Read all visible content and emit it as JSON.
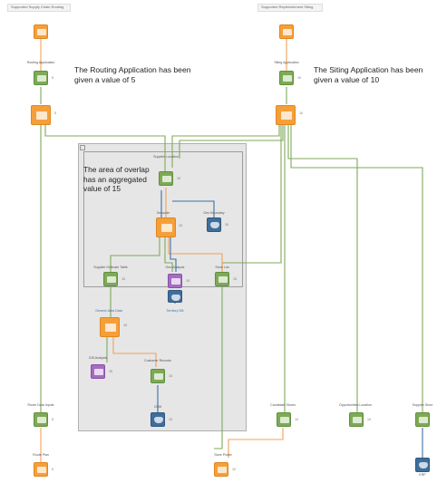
{
  "header_left": "Supported Supply Chain Routing",
  "header_right": "Supported Replenishment Siting",
  "annotations": {
    "routing": "The Routing Application has been given a value of 5",
    "siting": "The Siting Application has been given a value of 10",
    "overlap": "The area of overlap has an aggregated value of 15"
  },
  "nodes": {
    "routing_top": {
      "number": ""
    },
    "routing_application": {
      "label": "Routing Application",
      "number": "5"
    },
    "routing_decision": {
      "number": "5"
    },
    "siting_top": {
      "number": ""
    },
    "siting_application": {
      "label": "Siting Application",
      "number": "10"
    },
    "siting_decision": {
      "number": "10"
    },
    "supplier_location": {
      "label": "Supplier Location",
      "number": "15"
    },
    "geocode": {
      "label": "Geocode",
      "number": "15"
    },
    "geo_boundary": {
      "label": "Geo Boundary",
      "number": "15"
    },
    "supplier_ordinate_table": {
      "label": "Supplier Ordinate Table",
      "number": "15"
    },
    "geo_analysis": {
      "label": "Geo Analysis",
      "number": "15"
    },
    "store_list": {
      "label": "Store List",
      "number": "15"
    },
    "generic_area_data": {
      "label": "Generic Area Data",
      "number": "15"
    },
    "territory_db": {
      "label": "Territory DB",
      "number": "15"
    },
    "gis_analysis": {
      "label": "GIS Analysis",
      "number": "15"
    },
    "customer_records": {
      "label": "Customer Records",
      "number": "15"
    },
    "crm": {
      "label": "CRM",
      "number": "15"
    },
    "route_data_left": {
      "label": "Route Data Inputs",
      "number": "5"
    },
    "route_plan": {
      "label": "Route Plan",
      "number": "5"
    },
    "candidate_stores": {
      "label": "Candidate Stores",
      "number": "10"
    },
    "store_picker": {
      "label": "Store Picker",
      "number": "10"
    },
    "opportunities_location": {
      "label": "Opportunities Location",
      "number": "10"
    },
    "supplier_store": {
      "label": "Supplier Store",
      "number": ""
    },
    "erp": {
      "label": "ERP",
      "number": ""
    }
  }
}
